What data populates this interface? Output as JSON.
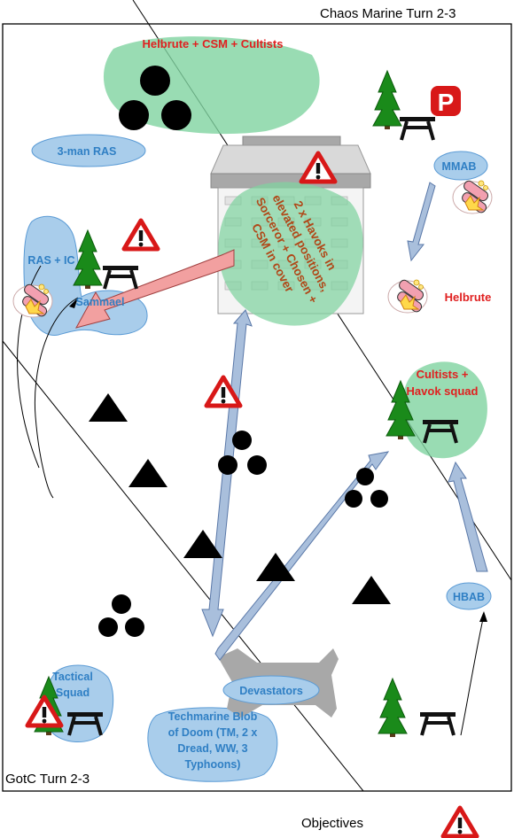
{
  "titles": {
    "top_right": "Chaos Marine Turn 2-3",
    "bottom_left": "GotC Turn 2-3"
  },
  "legend": {
    "objectives_label": "Objectives"
  },
  "chaos_units": {
    "helbrute_csm_cultists": "Helbrute + CSM + Cultists",
    "havoks_line1": "2 x Havoks in",
    "havoks_line2": "elevated positions,",
    "havoks_line3": "Sorceror + Chosen +",
    "havoks_line4": "CSM in cover",
    "helbrute": "Helbrute",
    "cultists_line1": "Cultists +",
    "cultists_line2": "Havok squad"
  },
  "imperial_units": {
    "ras_3man": "3-man RAS",
    "ras_ic": "RAS + IC",
    "sammael": "Sammael",
    "mmab": "MMAB",
    "hbab": "HBAB",
    "tactical_line1": "Tactical",
    "tactical_line2": "Squad",
    "devastators": "Devastators",
    "techmarine_line1": "Techmarine Blob",
    "techmarine_line2": "of Doom (TM, 2 x",
    "techmarine_line3": "Dread, WW, 3",
    "techmarine_line4": "Typhoons)"
  },
  "icons": [
    "tree-icon",
    "picnic-table-icon",
    "objective-warning-icon",
    "parking-icon",
    "explosion-icon",
    "triangle-terrain-icon",
    "circle-terrain-icon"
  ],
  "colors": {
    "chaos_zone": "#7fd3a0",
    "imperial_zone": "#a9cdeb",
    "chaos_text": "#e02020",
    "imperial_text": "#2f7fc4",
    "arrow_blue": "#a9bfdc",
    "arrow_red": "#f2a0a0",
    "tree_green": "#1a8a1a",
    "parking_red": "#d81818"
  }
}
